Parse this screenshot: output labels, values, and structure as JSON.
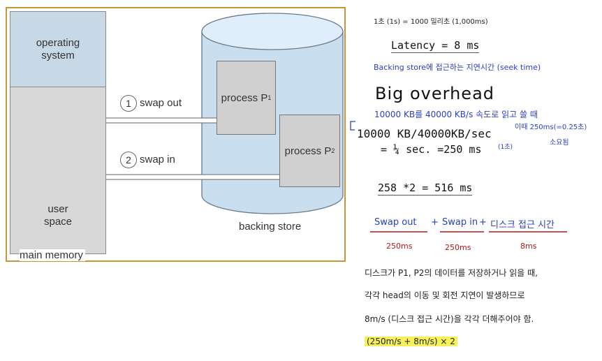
{
  "diagram": {
    "os_line1": "operating",
    "os_line2": "system",
    "user_line1": "user",
    "user_line2": "space",
    "main_memory": "main memory",
    "backing_store": "backing store",
    "process1": "process P",
    "process1_sub": "1",
    "process2": "process P",
    "process2_sub": "2",
    "swap_out_num": "1",
    "swap_out": "swap out",
    "swap_in_num": "2",
    "swap_in": "swap in"
  },
  "notes": {
    "time_unit": "1초 (1s) = 1000 밀리초 (1,000ms)",
    "latency": "Latency = 8 ms",
    "latency_note": "Backing store에 접근하는 지연시간 (seek time)",
    "big_overhead": "Big overhead",
    "transfer_note": "10000 KB를 40000 KB/s 속도로 읽고 쓸 때",
    "calc1": "10000 KB/40000KB/sec",
    "calc2": "= ¼ sec. =250 ms",
    "side_note1": "이때 250ms(=0.25초)",
    "side_note2": "소요됨",
    "sec_note": "(1초)",
    "calc3": "258 *2 = 516 ms",
    "term_swap_out": "Swap out",
    "term_swap_in": "Swap in",
    "term_disk": "디스크 접근 시간",
    "plus1": "+",
    "plus2": "+",
    "val1": "250ms",
    "val2": "250ms",
    "val3": "8ms",
    "explain1": "디스크가 P1, P2의 데이터를 저장하거나 읽을 때,",
    "explain2": "각각 head의 이동 및 회전 지연이 발생하므로",
    "explain3": "8m/s (디스크 접근 시간)을 각각 더해주어야 함.",
    "formula": "(250m/s + 8m/s) × 2"
  }
}
